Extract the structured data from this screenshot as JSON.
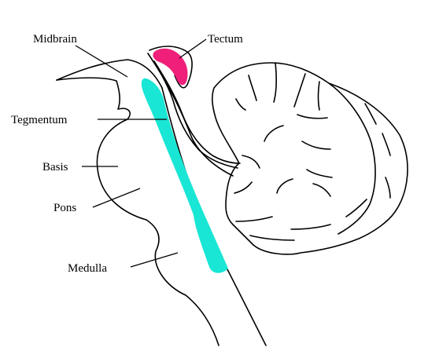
{
  "labels": {
    "midbrain": "Midbrain",
    "tectum": "Tectum",
    "tegmentum": "Tegmentum",
    "basis": "Basis",
    "pons": "Pons",
    "medulla": "Medulla"
  },
  "colors": {
    "tectum": "#ef1f7a",
    "tegmentum": "#19e6d4",
    "outline": "#000000",
    "background": "#ffffff"
  }
}
